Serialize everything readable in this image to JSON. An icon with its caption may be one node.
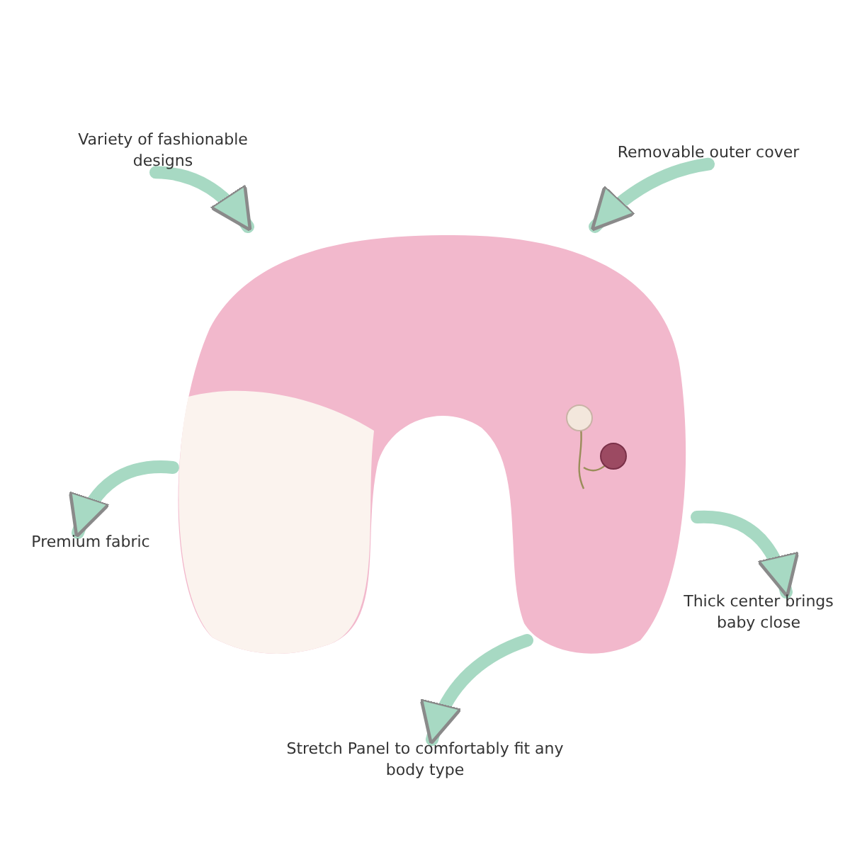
{
  "diagram": {
    "nodes": [
      {
        "text": [
          "Variety of fashionable designs"
        ]
      },
      {
        "text": [
          "Removable outer cover"
        ]
      },
      {
        "text": [],
        "shape": "picture"
      },
      {
        "text": [
          "Premium fabric"
        ]
      },
      {
        "text": [
          "Thick center brings baby close"
        ]
      },
      {
        "text": [
          "Stretch Panel to comfortably fit any body type"
        ]
      }
    ],
    "edges": [
      {
        "from": 0,
        "to": 2,
        "arrow": "to"
      },
      {
        "from": 1,
        "to": 2,
        "arrow": "to"
      },
      {
        "from": 2,
        "to": 3,
        "arrow": "to"
      },
      {
        "from": 2,
        "to": 4,
        "arrow": "to"
      },
      {
        "from": 2,
        "to": 5,
        "arrow": "to"
      }
    ]
  }
}
